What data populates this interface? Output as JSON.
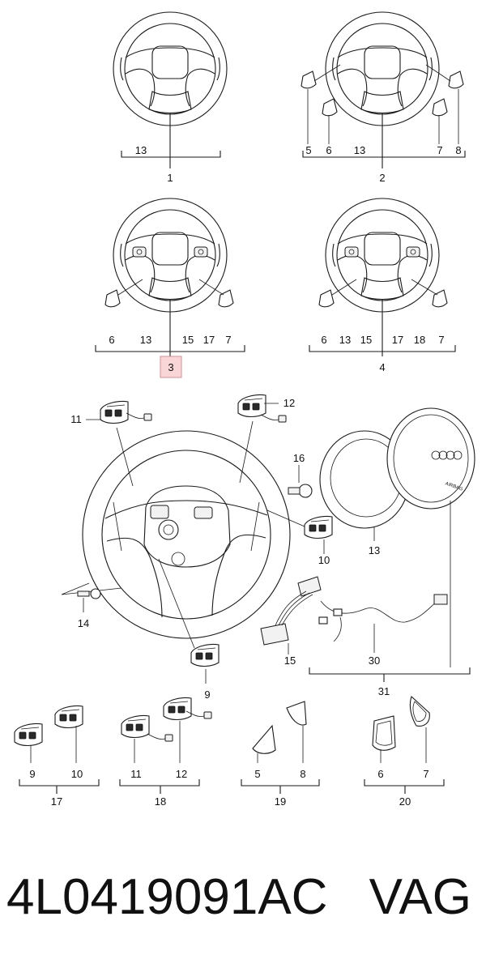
{
  "parts": {
    "p1": {
      "label": "1",
      "sub": [
        "13"
      ]
    },
    "p2": {
      "label": "2",
      "sub": [
        "5",
        "6",
        "13",
        "7",
        "8"
      ]
    },
    "p3": {
      "label": "3",
      "sub": [
        "6",
        "13",
        "15",
        "17",
        "7"
      ],
      "highlight_color": "#f8d6d8"
    },
    "p4": {
      "label": "4",
      "sub": [
        "6",
        "13",
        "15",
        "17",
        "18",
        "7"
      ]
    },
    "exploded": [
      "11",
      "12",
      "16",
      "10",
      "13",
      "14",
      "9",
      "15",
      "30",
      "31"
    ],
    "p17": {
      "label": "17",
      "sub": [
        "9",
        "10"
      ]
    },
    "p18": {
      "label": "18",
      "sub": [
        "11",
        "12"
      ]
    },
    "p19": {
      "label": "19",
      "sub": [
        "5",
        "8"
      ]
    },
    "p20": {
      "label": "20",
      "sub": [
        "6",
        "7"
      ]
    }
  },
  "airbag_text": "AIRBAG",
  "footer": {
    "part_number": "4L0419091AC",
    "brand": "VAG"
  }
}
